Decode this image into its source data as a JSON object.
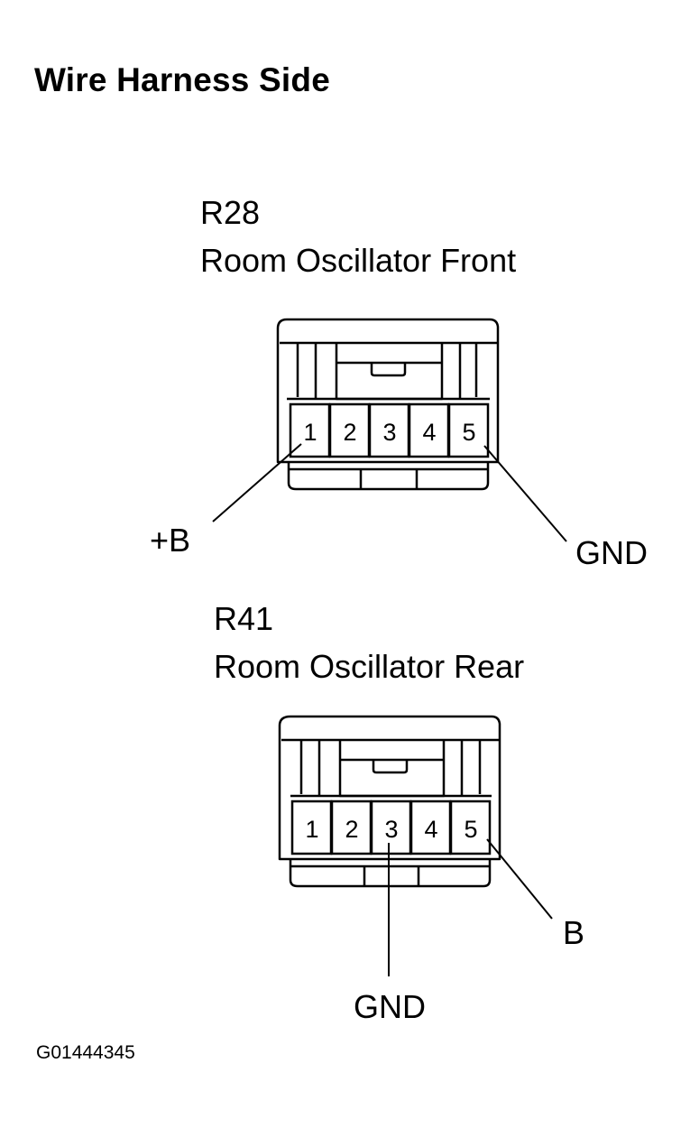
{
  "title": "Wire Harness Side",
  "connectors": [
    {
      "id": "R28",
      "name": "Room Oscillator Front",
      "pins": [
        "1",
        "2",
        "3",
        "4",
        "5"
      ],
      "callouts": [
        {
          "pin": "1",
          "label": "+B"
        },
        {
          "pin": "5",
          "label": "GND"
        }
      ]
    },
    {
      "id": "R41",
      "name": "Room Oscillator Rear",
      "pins": [
        "1",
        "2",
        "3",
        "4",
        "5"
      ],
      "callouts": [
        {
          "pin": "3",
          "label": "GND"
        },
        {
          "pin": "5",
          "label": "B"
        }
      ]
    }
  ],
  "figure_code": "G01444345"
}
